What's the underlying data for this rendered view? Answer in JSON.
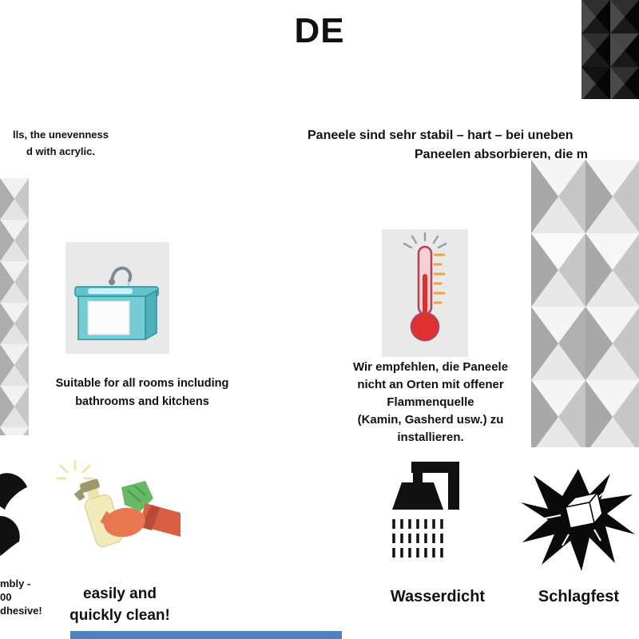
{
  "title": "DE",
  "left": {
    "intro": [
      "lls, the unevenness",
      "d with acrylic."
    ],
    "rooms_caption": [
      "Suitable for all rooms including",
      "bathrooms and kitchens"
    ],
    "assembly_partial": [
      "mbly -",
      "00",
      "dhesive!"
    ],
    "clean_caption": [
      "easily and",
      "quickly clean!"
    ]
  },
  "right": {
    "intro": [
      "Paneele sind sehr stabil – hart – bei uneben",
      "Paneelen absorbieren, die m"
    ],
    "flame_warning": [
      "Wir empfehlen, die Paneele",
      "nicht an Orten mit offener",
      "Flammenquelle",
      "(Kamin, Gasherd usw.) zu",
      "installieren."
    ],
    "waterproof_label": "Wasserdicht",
    "impact_label": "Schlagfest"
  },
  "icons": {
    "dark_panel_texture": "dark-3d-diamond-panel-sample",
    "white_panel_texture_left": "white-3d-diamond-panel-strip",
    "white_panel_texture_right": "white-3d-diamond-panel-sample",
    "sink": "bathroom-sink-icon",
    "thermometer": "thermometer-heat-warning-icon",
    "tool_partial": "assembly-tool-icon-partial",
    "cleaning": "spray-bottle-cleaning-icon",
    "shower": "shower-waterproof-icon",
    "impact": "impact-resistant-cube-burst-icon"
  },
  "colors": {
    "accent_strip": "#4e7fc0",
    "icon_box_bg": "#e9e9e9",
    "thermometer_red": "#e03131",
    "tick_orange": "#f2a33c",
    "sink_teal": "#74ccd5",
    "arm_orange": "#d95f43",
    "bottle_yellow": "#f2ecba",
    "cloth_green": "#66b966"
  }
}
